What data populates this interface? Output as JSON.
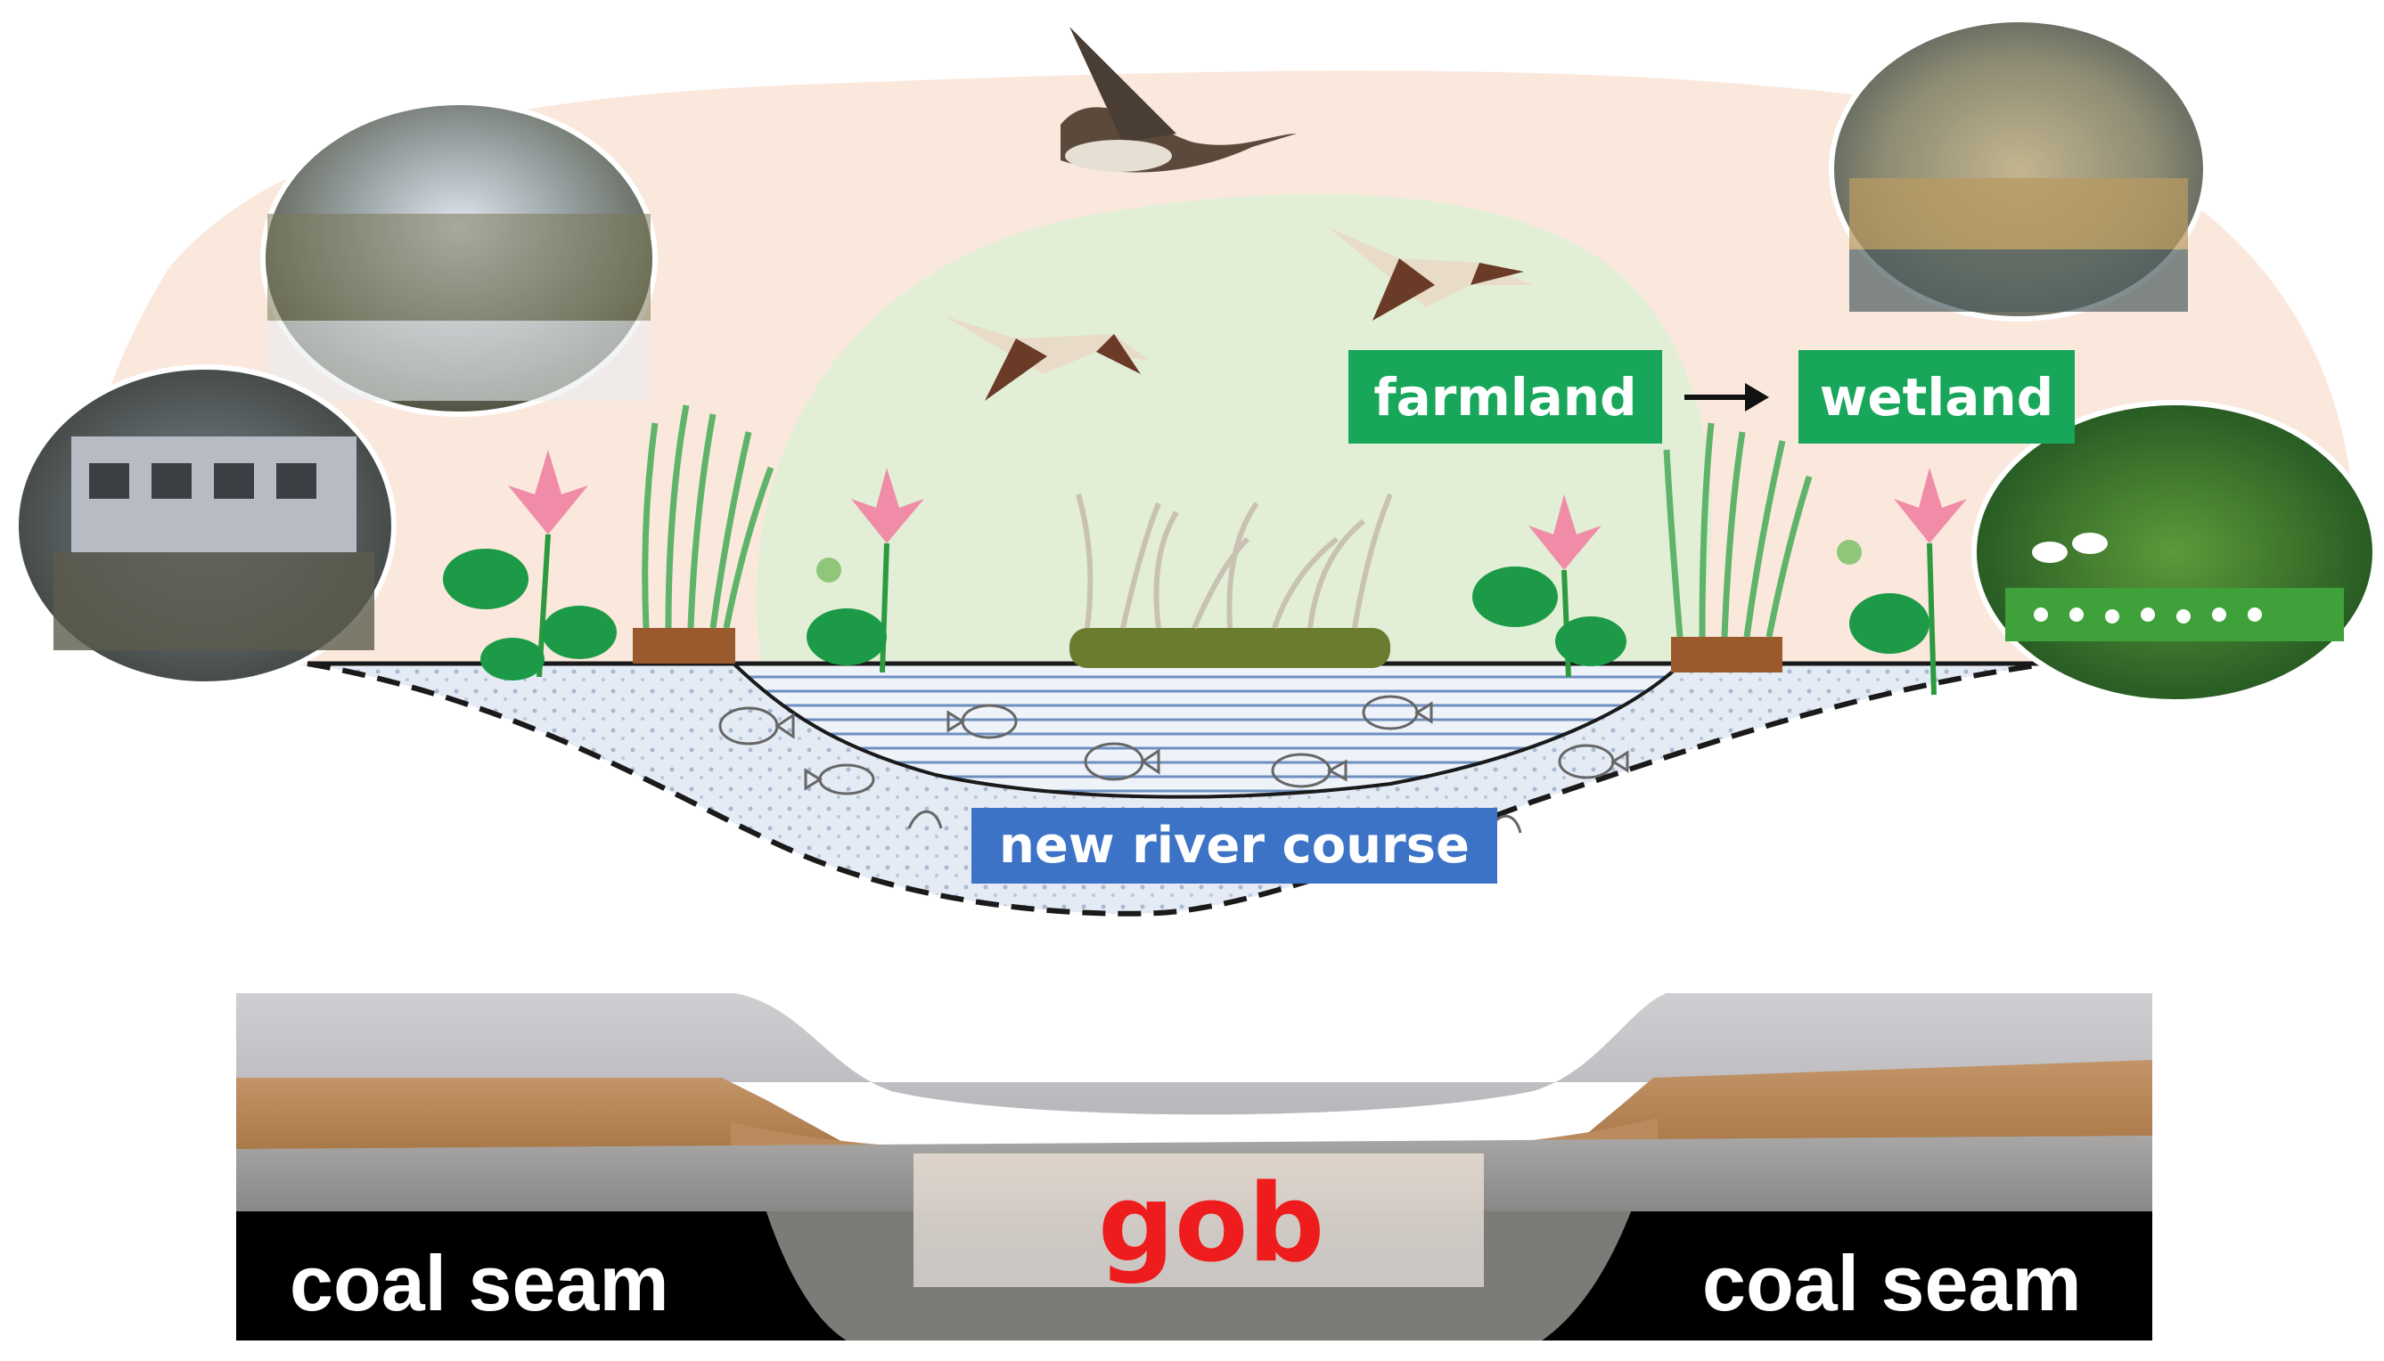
{
  "labels": {
    "farmland": "farmland",
    "wetland": "wetland",
    "river": "new river course",
    "coal_left": "coal seam",
    "coal_right": "coal seam",
    "gob": "gob"
  },
  "colors": {
    "background_blob": "#fbe8dc",
    "inner_green": "#e2efd6",
    "water": "#dbe6f2",
    "label_green": "#17a65a",
    "label_blue": "#3d73c6",
    "gob_red": "#ee1c1c",
    "coal_black": "#000000"
  }
}
